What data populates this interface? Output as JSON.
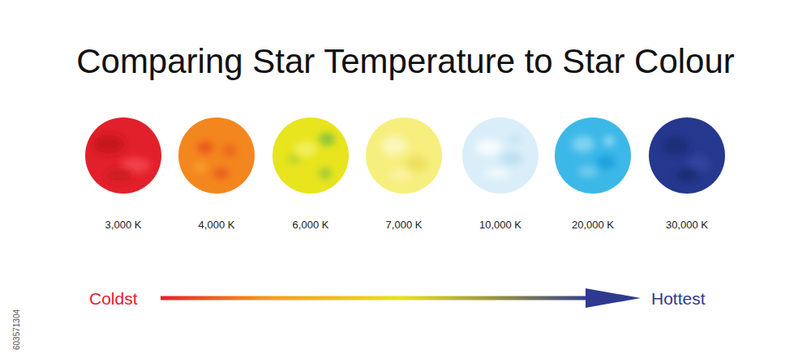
{
  "diagram": {
    "title": "Comparing Star Temperature to Star Colour",
    "nodes": [
      {
        "text": [
          "3,000 K"
        ]
      },
      {
        "text": [
          "4,000 K"
        ]
      },
      {
        "text": [
          "6,000 K"
        ]
      },
      {
        "text": [
          "7,000 K"
        ]
      },
      {
        "text": [
          "10,000 K"
        ]
      },
      {
        "text": [
          "20,000 K"
        ]
      },
      {
        "text": [
          "30,000 K"
        ]
      }
    ],
    "labels": [
      "Coldst",
      "Hottest",
      "603571304"
    ]
  }
}
